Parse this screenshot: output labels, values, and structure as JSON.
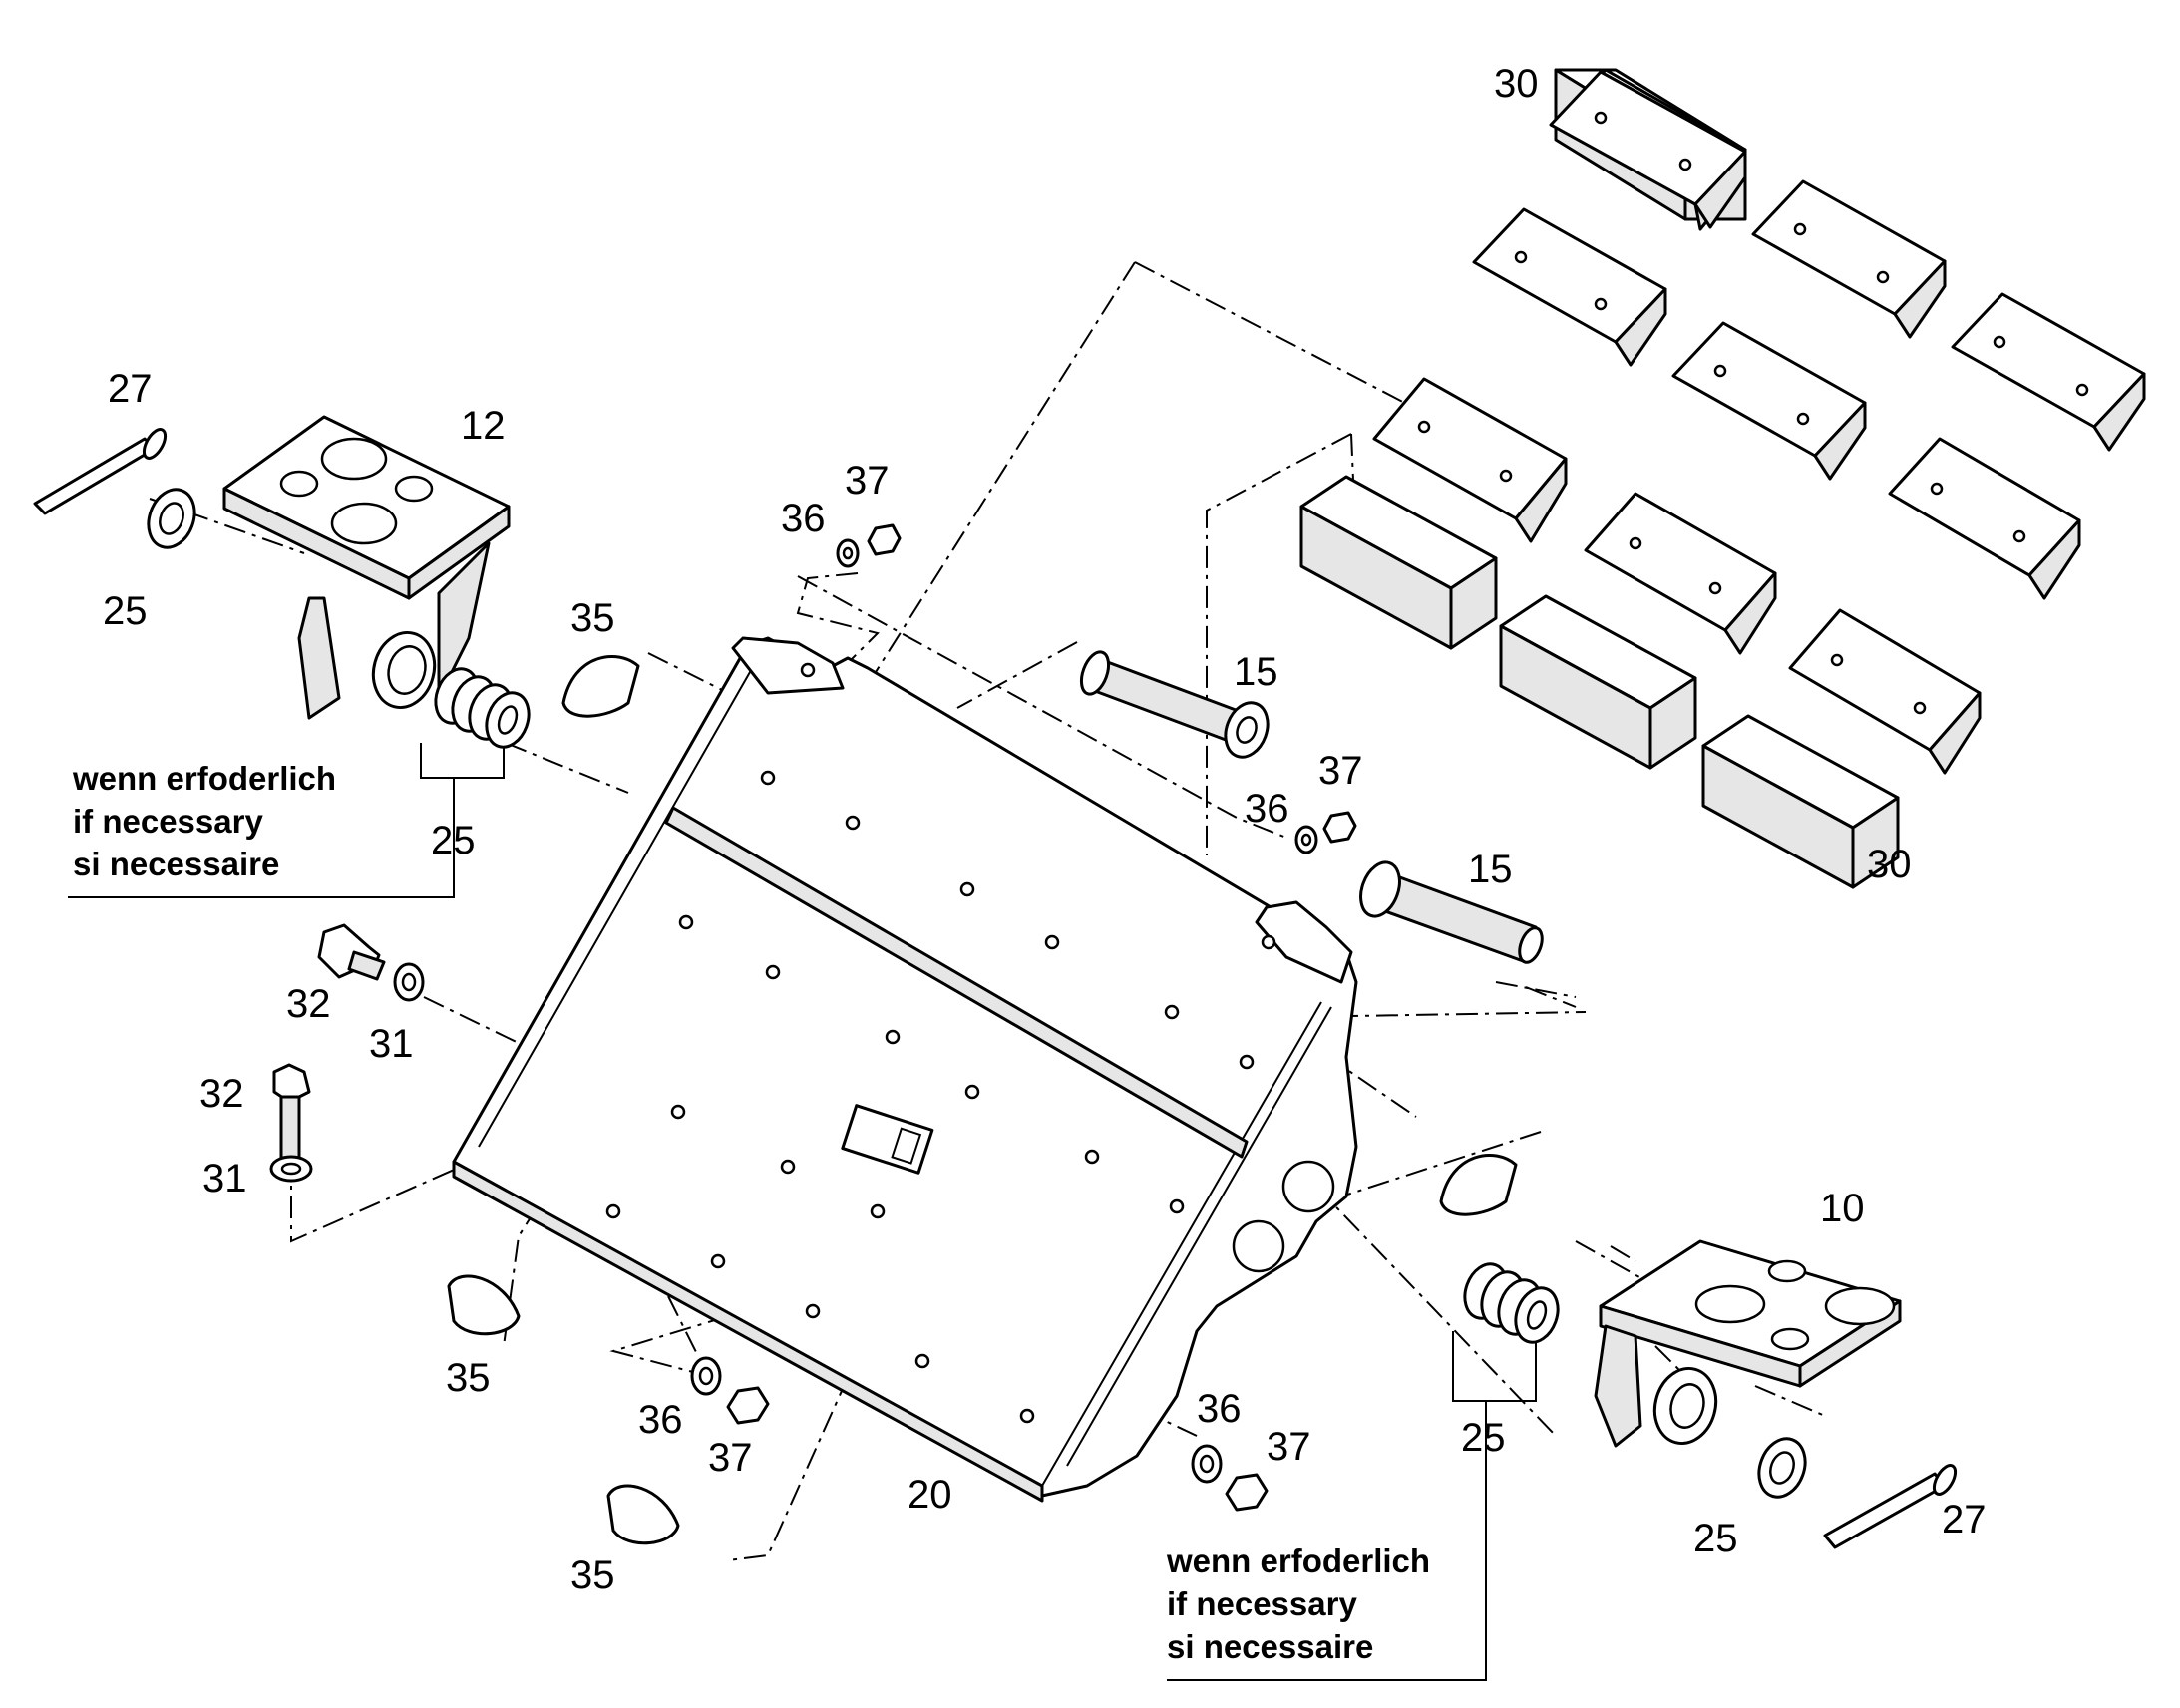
{
  "labels": {
    "l30a": "30",
    "l30b": "30",
    "l27a": "27",
    "l27b": "27",
    "l12": "12",
    "l10": "10",
    "l25a": "25",
    "l25b": "25",
    "l25c": "25",
    "l25d": "25",
    "l35a": "35",
    "l35b": "35",
    "l35c": "35",
    "l36a": "36",
    "l36b": "36",
    "l36c": "36",
    "l37a": "37",
    "l37b": "37",
    "l37c": "37",
    "l15a": "15",
    "l15b": "15",
    "l32a": "32",
    "l32b": "32",
    "l31a": "31",
    "l31b": "31",
    "l20": "20"
  },
  "notes": {
    "left": {
      "line1": "wenn erfoderlich",
      "line2": "if necessary",
      "line3": "si necessaire"
    },
    "right": {
      "line1": "wenn erfoderlich",
      "line2": "if necessary",
      "line3": "si necessaire"
    }
  }
}
